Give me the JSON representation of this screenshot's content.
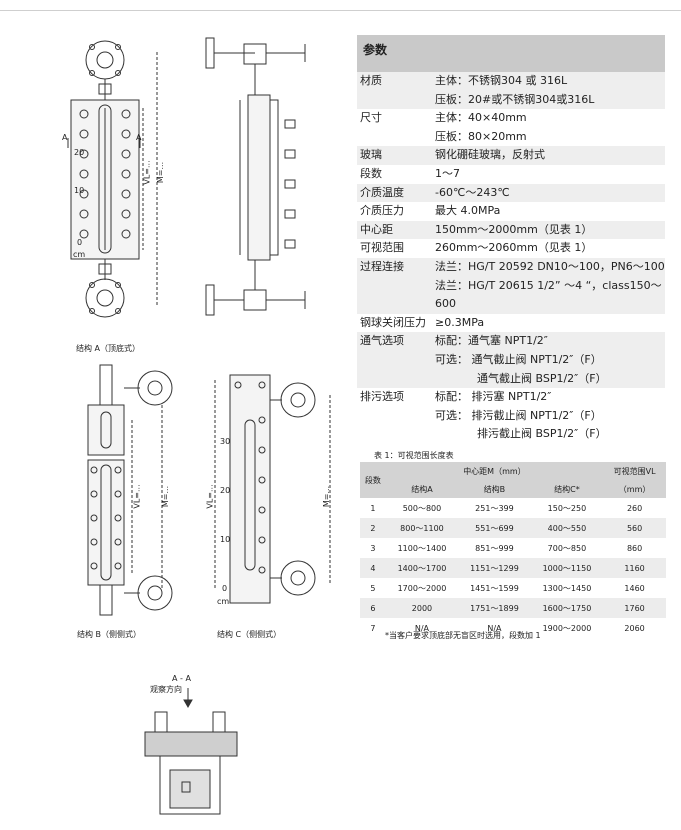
{
  "params": {
    "title": "参数",
    "rows": [
      {
        "key": "材质",
        "values": [
          "主体：不锈钢304 或 316L",
          "压板：20#或不锈钢304或316L"
        ],
        "shade": true
      },
      {
        "key": "尺寸",
        "values": [
          "主体：40×40mm",
          "压板：80×20mm"
        ],
        "shade": false
      },
      {
        "key": "玻璃",
        "values": [
          "钢化硼硅玻璃，反射式"
        ],
        "shade": true
      },
      {
        "key": "段数",
        "values": [
          "1～7"
        ],
        "shade": false
      },
      {
        "key": "介质温度",
        "values": [
          "-60℃～243℃"
        ],
        "shade": true
      },
      {
        "key": "介质压力",
        "values": [
          "最大 4.0MPa"
        ],
        "shade": false
      },
      {
        "key": "中心距",
        "values": [
          "150mm～2000mm（见表 1）"
        ],
        "shade": true
      },
      {
        "key": "可视范围",
        "values": [
          "260mm～2060mm（见表 1）"
        ],
        "shade": false
      },
      {
        "key": "过程连接",
        "values": [
          "法兰：HG/T 20592   DN10～100，PN6～100",
          "法兰：HG/T 20615   1/2” ～4 “，class150～",
          "600"
        ],
        "shade": true
      },
      {
        "key": "钢球关闭压力",
        "values": [
          "≥0.3MPa"
        ],
        "shade": false
      },
      {
        "key": "通气选项",
        "values": [
          "标配：通气塞 NPT1/2″",
          "可选：  通气截止阀 NPT1/2″（F）",
          "通气截止阀 BSP1/2″（F）"
        ],
        "indent": [
          false,
          false,
          true
        ],
        "shade": true
      },
      {
        "key": "排污选项",
        "values": [
          "标配：  排污塞 NPT1/2″",
          "可选：  排污截止阀 NPT1/2″（F）",
          "排污截止阀 BSP1/2″（F）"
        ],
        "indent": [
          false,
          false,
          true
        ],
        "shade": false
      }
    ]
  },
  "table1": {
    "caption": "表 1：可视范围长度表",
    "col_seg": "段数",
    "col_center": "中心距M（mm）",
    "col_visible": "可视范围VL",
    "sub_a": "结构A",
    "sub_b": "结构B",
    "sub_c": "结构C*",
    "sub_unit": "（mm）",
    "rows": [
      [
        "1",
        "500～800",
        "251～399",
        "150～250",
        "260"
      ],
      [
        "2",
        "800～1100",
        "551～699",
        "400～550",
        "560"
      ],
      [
        "3",
        "1100～1400",
        "851～999",
        "700～850",
        "860"
      ],
      [
        "4",
        "1400～1700",
        "1151～1299",
        "1000～1150",
        "1160"
      ],
      [
        "5",
        "1700～2000",
        "1451～1599",
        "1300～1450",
        "1460"
      ],
      [
        "6",
        "2000",
        "1751～1899",
        "1600～1750",
        "1760"
      ],
      [
        "7",
        "N/A",
        "N/A",
        "1900～2000",
        "2060"
      ]
    ],
    "footnote": "*当客户要求顶底部无盲区时选用，段数加 1"
  },
  "drawings": {
    "label_a": "结构 A（顶底式）",
    "label_b": "结构 B（侧侧式）",
    "label_c": "结构 C（侧侧式）",
    "section": "A - A",
    "view_dir": "观察方向",
    "mark_a": "A",
    "scale_a": [
      "20",
      "10",
      "0",
      "cm"
    ],
    "scale_c": [
      "30",
      "20",
      "10",
      "0",
      "cm"
    ],
    "dim_vl": "VL=...",
    "dim_m": "M=..."
  }
}
